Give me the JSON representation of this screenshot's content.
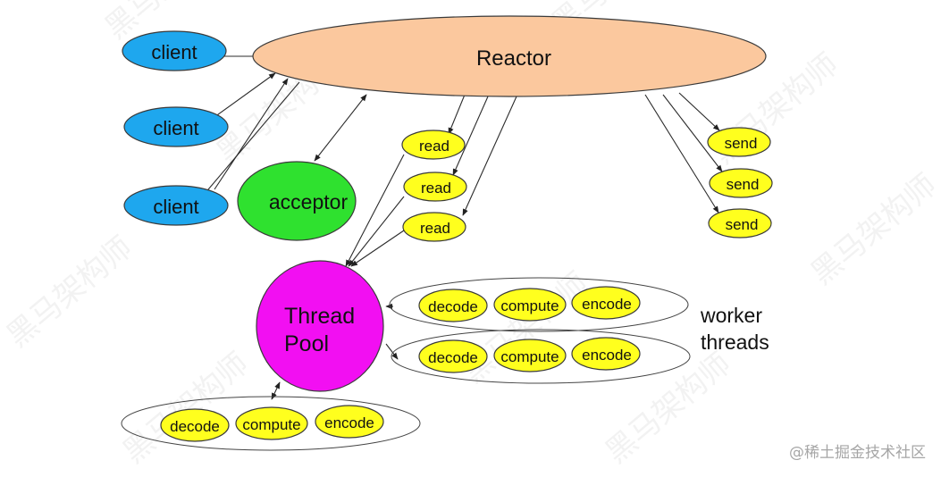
{
  "diagram": {
    "reactor_label": "Reactor",
    "clients": [
      "client",
      "client",
      "client"
    ],
    "acceptor_label": "acceptor",
    "read_labels": [
      "read",
      "read",
      "read"
    ],
    "send_labels": [
      "send",
      "send",
      "send"
    ],
    "thread_pool_label_line1": "Thread",
    "thread_pool_label_line2": "Pool",
    "worker_tasks_row1": [
      "decode",
      "compute",
      "encode"
    ],
    "worker_tasks_row2": [
      "decode",
      "compute",
      "encode"
    ],
    "worker_tasks_row3": [
      "decode",
      "compute",
      "encode"
    ],
    "worker_threads_line1": "worker",
    "worker_threads_line2": "threads"
  },
  "watermark": {
    "text": "黑马架构师",
    "credit": "@稀土掘金技术社区"
  },
  "colors": {
    "reactor_fill": "#FBC89E",
    "client_fill": "#1EA7EE",
    "acceptor_fill": "#2FE12F",
    "event_fill": "#FFFF1E",
    "thread_pool_fill": "#F20FF2"
  }
}
